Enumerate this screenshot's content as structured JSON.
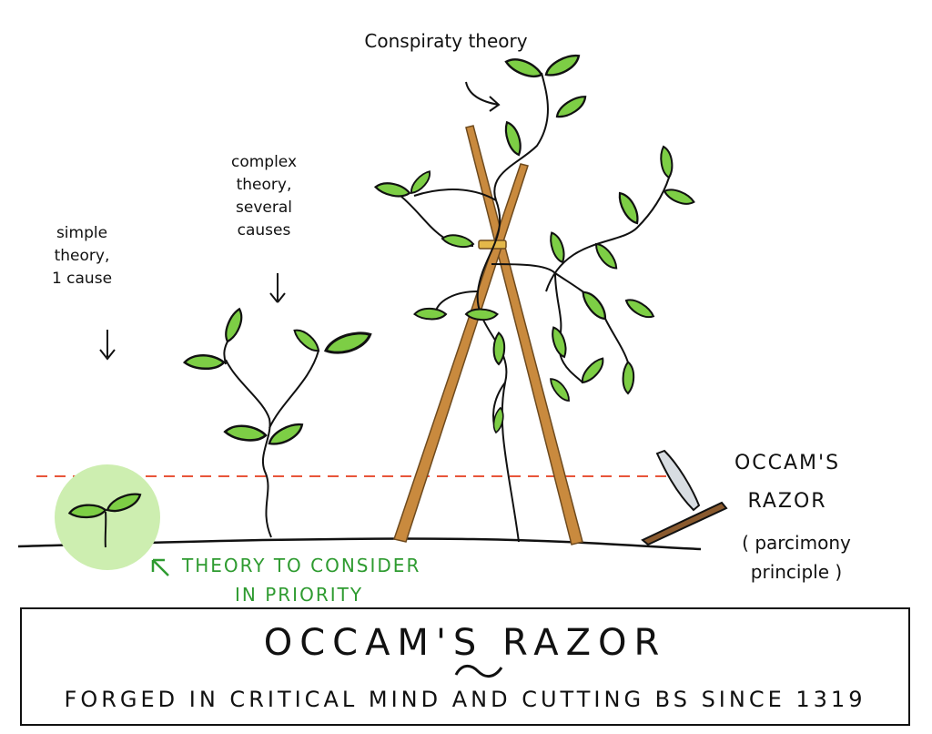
{
  "labels": {
    "simple": [
      "simple",
      "theory,",
      "1 cause"
    ],
    "complex": [
      "complex",
      "theory,",
      "several",
      "causes"
    ],
    "conspiracy": "Conspiraty theory",
    "razor_name": [
      "OCCAM'S",
      "RAZOR"
    ],
    "razor_note": [
      "( parcimony",
      "principle )"
    ],
    "consider": [
      "THEORY TO CONSIDER",
      "IN PRIORITY"
    ]
  },
  "banner": {
    "title": "OCCAM'S RAZOR",
    "subtitle": "FORGED IN CRITICAL MIND AND CUTTING BS SINCE 1319"
  },
  "colors": {
    "leaf": "#7dce45",
    "highlight": "#cdeeb0",
    "stick": "#c98a3e",
    "dashed_line": "#e8553a",
    "annotation": "#2e9b30"
  }
}
